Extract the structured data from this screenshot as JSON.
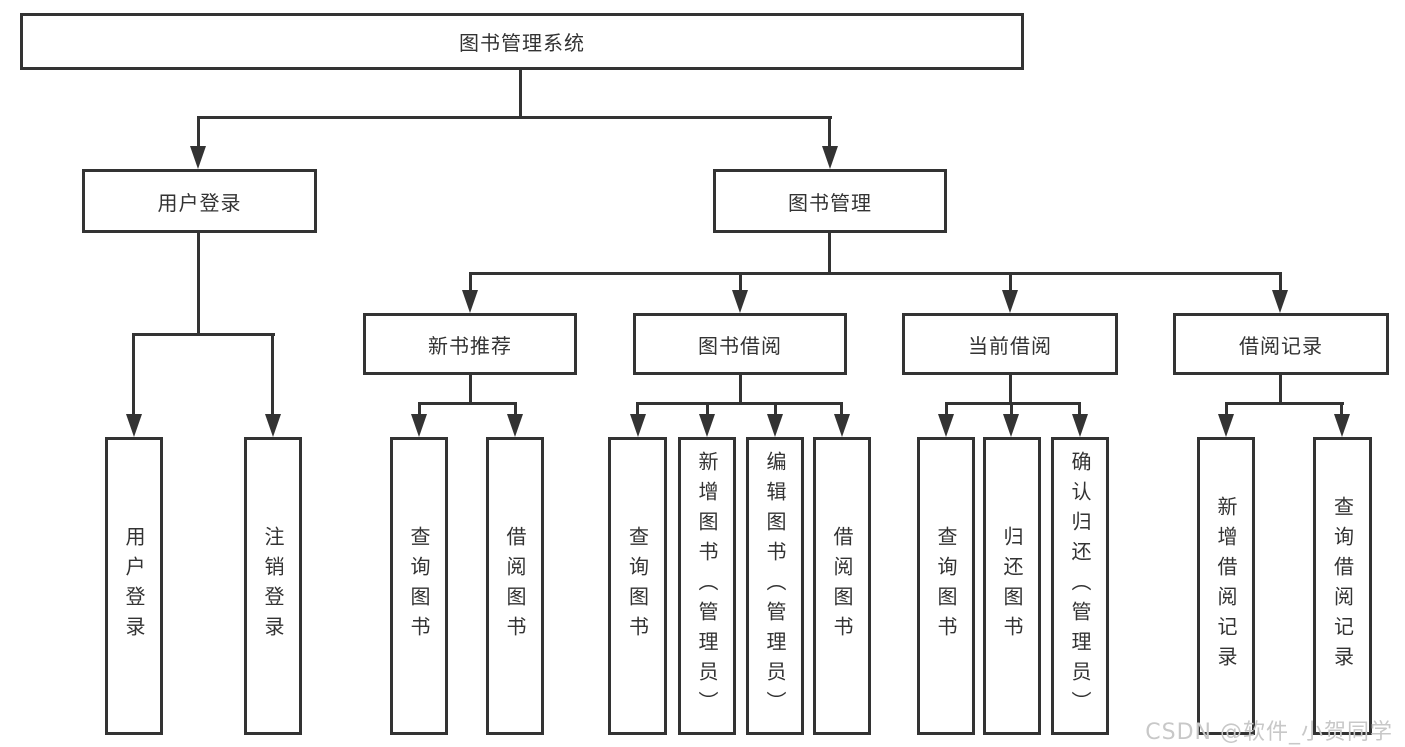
{
  "diagram": {
    "root": {
      "label": "图书管理系统"
    },
    "level2": [
      {
        "id": "user-login",
        "label": "用户登录"
      },
      {
        "id": "book-management",
        "label": "图书管理"
      }
    ],
    "level3": [
      {
        "id": "new-book-recommend",
        "label": "新书推荐"
      },
      {
        "id": "book-borrowing",
        "label": "图书借阅"
      },
      {
        "id": "current-borrowing",
        "label": "当前借阅"
      },
      {
        "id": "borrowing-records",
        "label": "借阅记录"
      }
    ],
    "leaves": [
      {
        "id": "user-login-leaf",
        "label": "用户登录"
      },
      {
        "id": "logout",
        "label": "注销登录"
      },
      {
        "id": "nb-query-books",
        "label": "查询图书"
      },
      {
        "id": "nb-borrow-books",
        "label": "借阅图书"
      },
      {
        "id": "bb-query-books",
        "label": "查询图书"
      },
      {
        "id": "bb-add-books-admin",
        "label": "新增图书（管理员）"
      },
      {
        "id": "bb-edit-books-admin",
        "label": "编辑图书（管理员）"
      },
      {
        "id": "bb-borrow-books",
        "label": "借阅图书"
      },
      {
        "id": "cb-query-books",
        "label": "查询图书"
      },
      {
        "id": "cb-return-books",
        "label": "归还图书"
      },
      {
        "id": "cb-confirm-return-admin",
        "label": "确认归还（管理员）"
      },
      {
        "id": "br-add-record",
        "label": "新增借阅记录"
      },
      {
        "id": "br-query-record",
        "label": "查询借阅记录"
      }
    ]
  },
  "watermark": {
    "text": "CSDN @软件_小贺同学"
  },
  "colors": {
    "line": "#333333",
    "text": "#333333",
    "background": "#ffffff",
    "watermark": "#c8c8c8"
  }
}
